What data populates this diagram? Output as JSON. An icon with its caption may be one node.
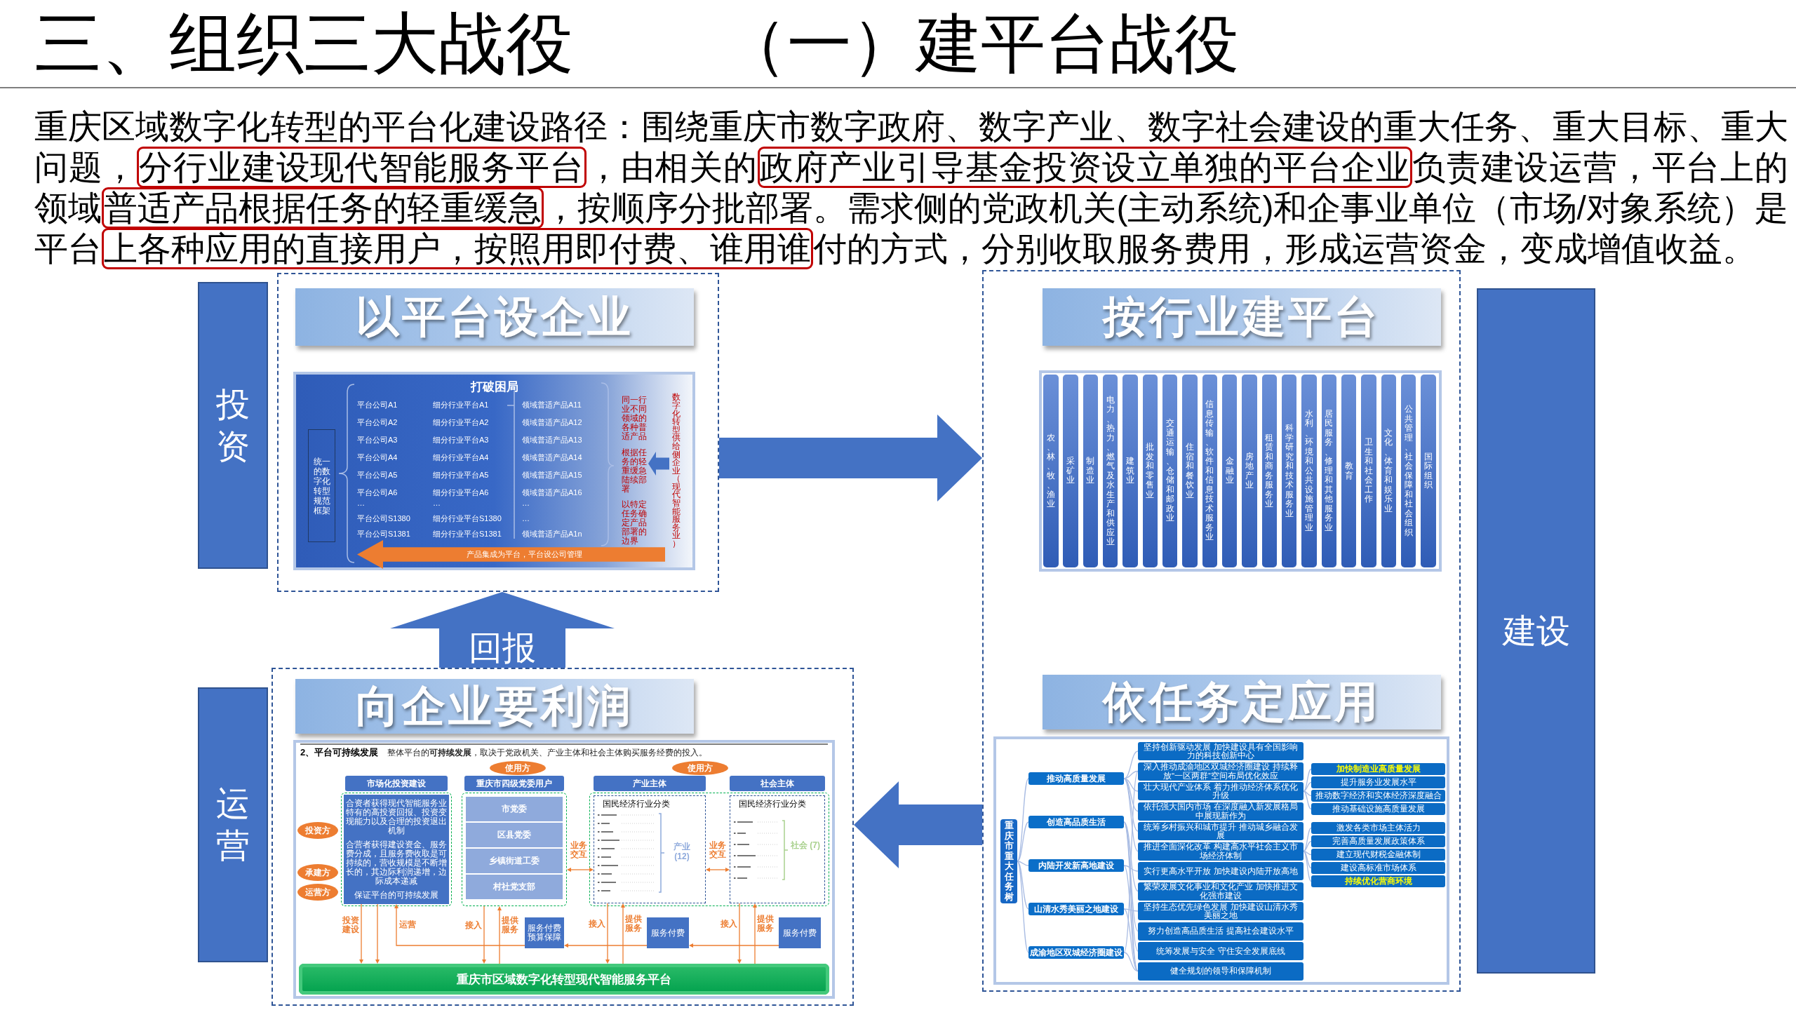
{
  "diagram": {
    "title": "三、组织三大战役",
    "nodes": [
      {
        "text": [
          "投资"
        ]
      },
      {
        "text": [],
        "shape": "box"
      },
      {
        "text": [
          "以平台设企业"
        ],
        "in": 1
      },
      {
        "text": [
          "打破困局"
        ],
        "in": 1
      },
      {
        "text": [
          "统一的数字化转型规范框架"
        ],
        "in": 3
      },
      {
        "text": [
          "同一行业不同领域的各种普适产品",
          "根据任务的轻重缓急陆续部署",
          "以特定任务确定产品部署的边界"
        ],
        "in": 3
      },
      {
        "text": [
          "数字化转型供给侧企业（现代智能服务业）"
        ],
        "in": 3
      },
      {
        "text": [
          "产品集成为平台，平台设公司管理"
        ],
        "in": 3
      },
      {
        "text": [],
        "shape": "box"
      },
      {
        "text": [
          "按行业建平台"
        ],
        "in": 8
      },
      {
        "text": [],
        "shape": "box",
        "in": 8
      },
      {
        "text": [
          "农、林、牧、渔业"
        ],
        "in": 10
      },
      {
        "text": [
          "采矿业"
        ],
        "in": 10
      },
      {
        "text": [
          "制造业"
        ],
        "in": 10
      },
      {
        "text": [
          "电力、热力、燃气及水生产和供应业"
        ],
        "in": 10
      },
      {
        "text": [
          "建筑业"
        ],
        "in": 10
      },
      {
        "text": [
          "批发和零售业"
        ],
        "in": 10
      },
      {
        "text": [
          "交通运输、仓储和邮政业"
        ],
        "in": 10
      },
      {
        "text": [
          "住宿和餐饮业"
        ],
        "in": 10
      },
      {
        "text": [
          "信息传输、软件和信息技术服务业"
        ],
        "in": 10
      },
      {
        "text": [
          "金融业"
        ],
        "in": 10
      },
      {
        "text": [
          "房地产业"
        ],
        "in": 10
      },
      {
        "text": [
          "租赁和商务服务业"
        ],
        "in": 10
      },
      {
        "text": [
          "科学研究和技术服务业"
        ],
        "in": 10
      },
      {
        "text": [
          "水利、环境和公共设施管理业"
        ],
        "in": 10
      },
      {
        "text": [
          "居民服务、修理和其他服务业"
        ],
        "in": 10
      },
      {
        "text": [
          "教育"
        ],
        "in": 10
      },
      {
        "text": [
          "卫生和社会工作"
        ],
        "in": 10
      },
      {
        "text": [
          "文化、体育和娱乐业"
        ],
        "in": 10
      },
      {
        "text": [
          "公共管理、社会保障和社会组织"
        ],
        "in": 10
      },
      {
        "text": [
          "国际组织"
        ],
        "in": 10
      },
      {
        "text": [
          "依任务定应用"
        ],
        "in": 8
      },
      {
        "text": [],
        "shape": "box",
        "in": 8
      },
      {
        "text": [
          "重庆市重大任务树"
        ],
        "in": 32
      },
      {
        "text": [
          "推动高质量发展"
        ],
        "in": 32
      },
      {
        "text": [
          "创造高品质生活"
        ],
        "in": 32
      },
      {
        "text": [
          "内陆开发新高地建设"
        ],
        "in": 32
      },
      {
        "text": [
          "山清水秀美丽之地建设"
        ],
        "in": 32
      },
      {
        "text": [
          "成渝地区双城经济圈建设"
        ],
        "in": 32
      },
      {
        "text": [
          "坚持创新驱动发展 加快建设具有全国影响力的科技创新中心"
        ],
        "in": 32
      },
      {
        "text": [
          "深入推动成渝地区双城经济圈建设 持续释放“一区两群”空间布局优化效应"
        ],
        "in": 32
      },
      {
        "text": [
          "壮大现代产业体系 着力推动经济体系优化升级"
        ],
        "in": 32
      },
      {
        "text": [
          "依托强大国内市场 在深度融入新发展格局中展现新作为"
        ],
        "in": 32
      },
      {
        "text": [
          "统筹乡村振兴和城市提升 推动城乡融合发展"
        ],
        "in": 32
      },
      {
        "text": [
          "推进全面深化改革 构建高水平社会主义市场经济体制"
        ],
        "in": 32
      },
      {
        "text": [
          "实行更高水平开放 加快建设内陆开放高地"
        ],
        "in": 32
      },
      {
        "text": [
          "繁荣发展文化事业和文化产业 加快推进文化强市建设"
        ],
        "in": 32
      },
      {
        "text": [
          "坚持生态优先绿色发展 加快建设山清水秀美丽之地"
        ],
        "in": 32
      },
      {
        "text": [
          "努力创造高品质生活 提高社会建设水平"
        ],
        "in": 32
      },
      {
        "text": [
          "统筹发展与安全 守住安全发展底线"
        ],
        "in": 32
      },
      {
        "text": [
          "健全规划的领导和保障机制"
        ],
        "in": 32
      },
      {
        "text": [
          "加快制造业高质量发展"
        ],
        "in": 32
      },
      {
        "text": [
          "提升服务业发展水平"
        ],
        "in": 32
      },
      {
        "text": [
          "推动数字经济和实体经济深度融合"
        ],
        "in": 32
      },
      {
        "text": [
          "推动基础设施高质量发展"
        ],
        "in": 32
      },
      {
        "text": [
          "激发各类市场主体活力"
        ],
        "in": 32
      },
      {
        "text": [
          "完善高质量发展政策体系"
        ],
        "in": 32
      },
      {
        "text": [
          "建立现代财税金融体制"
        ],
        "in": 32
      },
      {
        "text": [
          "建设高标准市场体系"
        ],
        "in": 32
      },
      {
        "text": [
          "持续优化营商环境"
        ],
        "in": 32
      },
      {
        "text": [
          "建设"
        ]
      },
      {
        "text": [
          "运营"
        ]
      },
      {
        "text": [],
        "shape": "box"
      },
      {
        "text": [
          "向企业要利润"
        ],
        "in": 62
      },
      {
        "text": [],
        "shape": "box",
        "in": 62
      },
      {
        "text": [],
        "shape": "box",
        "in": 64
      },
      {
        "text": [
          "市场化投资建设"
        ],
        "in": 64
      },
      {
        "text": [
          "合资者获得现代智能服务业特有的高投资回报、投资变现能力以及合理的投资退出机制",
          "合营者获得建设资金、服务费分成，且服务费收取是可持续的，营收规模是不断增长的，其边际利润递增，边际成本递减",
          "保证平台的可持续发展"
        ],
        "in": 65
      },
      {
        "text": [
          "投资方"
        ],
        "in": 64
      },
      {
        "text": [
          "承建方"
        ],
        "in": 64
      },
      {
        "text": [
          "运营方"
        ],
        "in": 64
      },
      {
        "text": [],
        "shape": "box",
        "in": 64
      },
      {
        "text": [
          "使用方"
        ],
        "in": 64
      },
      {
        "text": [
          "重庆市四级党委用户"
        ],
        "in": 64
      },
      {
        "text": [
          "市党委"
        ],
        "in": 71
      },
      {
        "text": [
          "区县党委"
        ],
        "in": 71
      },
      {
        "text": [
          "乡镇街道工委"
        ],
        "in": 71
      },
      {
        "text": [
          "村社党支部"
        ],
        "in": 71
      },
      {
        "text": [],
        "shape": "box",
        "in": 64
      },
      {
        "text": [
          "使用方"
        ],
        "in": 64
      },
      {
        "text": [
          "产业主体"
        ],
        "in": 64
      },
      {
        "text": [
          "社会主体"
        ],
        "in": 64
      },
      {
        "text": [
          "国民经济行业分类"
        ],
        "in": 78
      },
      {
        "text": [
          "国民经济行业分类"
        ],
        "in": 78
      },
      {
        "text": [
          "服务付费预算保障"
        ],
        "in": 64
      },
      {
        "text": [
          "服务付费"
        ],
        "in": 64
      },
      {
        "text": [
          "服务付费"
        ],
        "in": 64
      },
      {
        "text": [
          "重庆市区域数字化转型现代智能服务平台"
        ],
        "in": 64
      }
    ],
    "edges": [
      {
        "from": 1,
        "to": 8,
        "arrow": "to",
        "style": "thick",
        "color": "#4472c4"
      },
      {
        "from": 6,
        "to": 5,
        "arrow": "to",
        "style": "thick",
        "color": "#4472c4"
      },
      {
        "from": 33,
        "to": 34,
        "arrow": "none"
      },
      {
        "from": 33,
        "to": 35,
        "arrow": "none"
      },
      {
        "from": 33,
        "to": 36,
        "arrow": "none"
      },
      {
        "from": 33,
        "to": 37,
        "arrow": "none"
      },
      {
        "from": 33,
        "to": 38,
        "arrow": "none"
      },
      {
        "from": 34,
        "to": 39,
        "arrow": "none"
      },
      {
        "from": 34,
        "to": 40,
        "arrow": "none"
      },
      {
        "from": 34,
        "to": 41,
        "arrow": "none"
      },
      {
        "from": 34,
        "to": 42,
        "arrow": "none"
      },
      {
        "from": 34,
        "to": 43,
        "arrow": "none"
      },
      {
        "from": 34,
        "to": 44,
        "arrow": "none"
      },
      {
        "from": 35,
        "to": 46,
        "arrow": "none"
      },
      {
        "from": 35,
        "to": 48,
        "arrow": "none"
      },
      {
        "from": 35,
        "to": 49,
        "arrow": "none"
      },
      {
        "from": 35,
        "to": 50,
        "arrow": "none"
      },
      {
        "from": 36,
        "to": 45,
        "arrow": "none"
      },
      {
        "from": 36,
        "to": 50,
        "arrow": "none"
      },
      {
        "from": 37,
        "to": 47,
        "arrow": "none"
      },
      {
        "from": 37,
        "to": 50,
        "arrow": "none"
      },
      {
        "from": 38,
        "to": 40,
        "arrow": "none"
      },
      {
        "from": 38,
        "to": 50,
        "arrow": "none"
      },
      {
        "from": 41,
        "to": 51,
        "arrow": "none"
      },
      {
        "from": 41,
        "to": 52,
        "arrow": "none"
      },
      {
        "from": 41,
        "to": 53,
        "arrow": "none"
      },
      {
        "from": 41,
        "to": 54,
        "arrow": "none"
      },
      {
        "from": 44,
        "to": 55,
        "arrow": "none"
      },
      {
        "from": 44,
        "to": 56,
        "arrow": "none"
      },
      {
        "from": 44,
        "to": 57,
        "arrow": "none"
      },
      {
        "from": 44,
        "to": 58,
        "arrow": "none"
      },
      {
        "from": 44,
        "to": 59,
        "arrow": "none"
      },
      {
        "from": 8,
        "to": 62,
        "arrow": "to",
        "style": "thick",
        "color": "#4472c4"
      },
      {
        "from": 62,
        "to": 1,
        "arrow": "to",
        "label": "回报",
        "style": "thick",
        "color": "#4472c4"
      },
      {
        "from": 67,
        "to": 87,
        "arrow": "to",
        "label": "投资建设",
        "color": "#ed7d31"
      },
      {
        "from": 67,
        "to": 87,
        "arrow": "to",
        "color": "#ed7d31"
      },
      {
        "from": 84,
        "to": 67,
        "arrow": "to",
        "label": "运营",
        "color": "#ed7d31"
      },
      {
        "from": 71,
        "to": 87,
        "arrow": "to",
        "label": "接入",
        "color": "#ed7d31"
      },
      {
        "from": 87,
        "to": 71,
        "arrow": "to",
        "label": "提供服务",
        "color": "#ed7d31"
      },
      {
        "from": 71,
        "to": 82,
        "arrow": "both",
        "label": "业务交互",
        "color": "#ed7d31"
      },
      {
        "from": 82,
        "to": 87,
        "arrow": "to",
        "label": "接入",
        "color": "#ed7d31"
      },
      {
        "from": 87,
        "to": 82,
        "arrow": "to",
        "label": "提供服务",
        "color": "#ed7d31"
      },
      {
        "from": 82,
        "to": 83,
        "arrow": "both",
        "label": "业务交互",
        "color": "#ed7d31"
      },
      {
        "from": 83,
        "to": 87,
        "arrow": "to",
        "label": "接入",
        "color": "#ed7d31"
      },
      {
        "from": 87,
        "to": 83,
        "arrow": "to",
        "label": "提供服务",
        "color": "#ed7d31"
      },
      {
        "from": 85,
        "to": 84,
        "arrow": "to",
        "color": "#ed7d31"
      },
      {
        "from": 86,
        "to": 85,
        "arrow": "to",
        "color": "#ed7d31"
      }
    ],
    "labels": [
      "（一）建平台战役",
      "重庆区域数字化转型的平台化建设路径：围绕重庆市数字政府、数字产业、数字社会建设的重大任务、重大目标、重大问题，**分行业建设现代智能服务平台**，由相关的**政府产业引导基金投资设立单独的平台企业**负责建设运营，平台上的领域**普适产品根据任务的轻重缓急**，按顺序分批部署。需求侧的党政机关(主动系统)和企事业单位（市场/对象系统）是平台**上各种应用的直接用户，按照用即付费、谁用谁**付的方式，分别收取服务费用，形成运营资金，变成增值收益。",
      "平台公司A1",
      "细分行业平台A1",
      "领域普适产品A11",
      "平台公司A2",
      "细分行业平台A2",
      "领域普适产品A12",
      "平台公司A3",
      "细分行业平台A3",
      "领域普适产品A13",
      "平台公司A4",
      "细分行业平台A4",
      "领域普适产品A14",
      "平台公司A5",
      "细分行业平台A5",
      "领域普适产品A15",
      "平台公司A6",
      "细分行业平台A6",
      "领域普适产品A16",
      "…",
      "…",
      "…",
      "平台公司S1380",
      "细分行业平台S1380",
      "…",
      "平台公司S1381",
      "细分行业平台S1381",
      "领域普适产品A1n",
      "2、平台可持续发展",
      "整体平台的**可持续发展**，取决于党政机关、产业主体和社会主体购买服务经费的投入。",
      "产业 (12)",
      "社会 (7)"
    ]
  }
}
